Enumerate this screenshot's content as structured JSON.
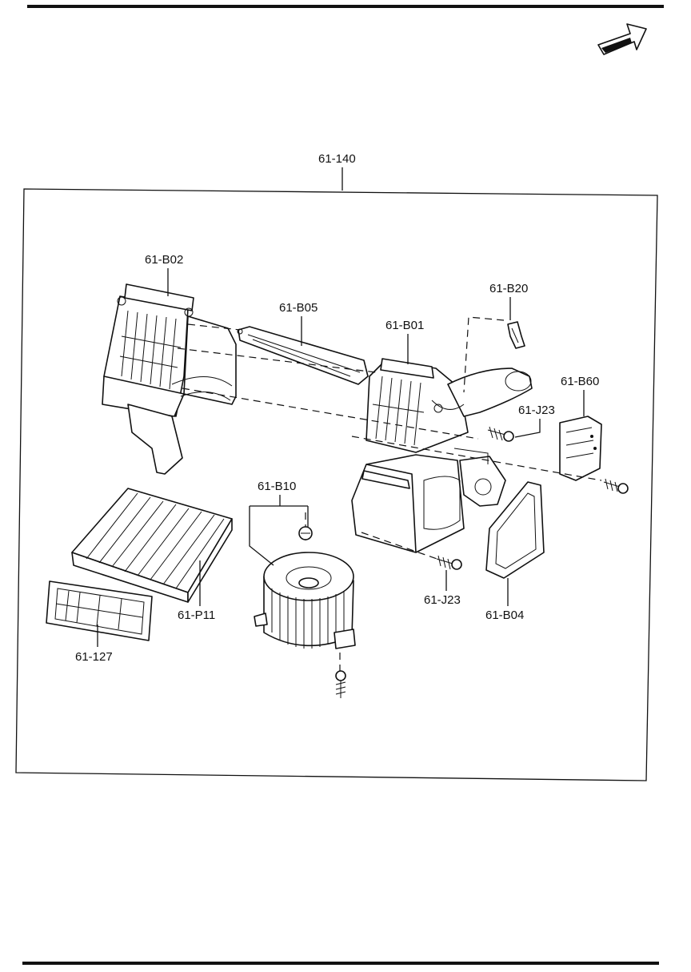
{
  "fwd_badge": "FWD",
  "assembly_label": "61-140",
  "callouts": {
    "b02": "61-B02",
    "b05": "61-B05",
    "b01": "61-B01",
    "b20": "61-B20",
    "b60": "61-B60",
    "j23_upper": "61-J23",
    "j23_lower": "61-J23",
    "b10": "61-B10",
    "p11": "61-P11",
    "c127": "61-127",
    "b04": "61-B04"
  }
}
